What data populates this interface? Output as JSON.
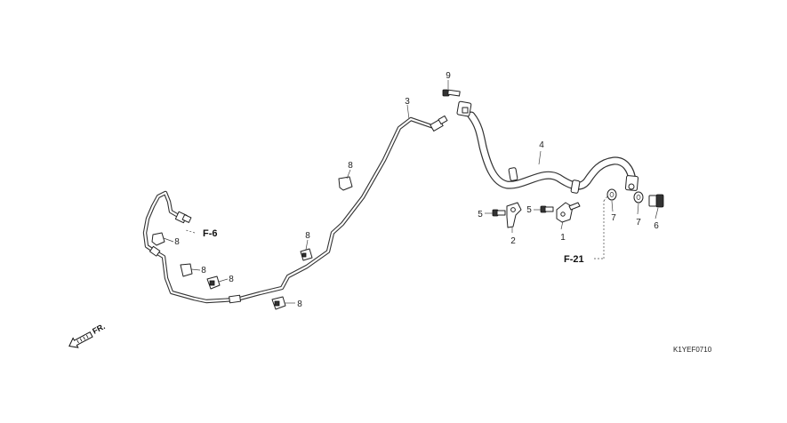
{
  "callouts": {
    "c1": "1",
    "c2": "2",
    "c3": "3",
    "c4": "4",
    "c5a": "5",
    "c5b": "5",
    "c6": "6",
    "c7a": "7",
    "c7b": "7",
    "c8a": "8",
    "c8b": "8",
    "c8c": "8",
    "c8d": "8",
    "c8e": "8",
    "c8f": "8",
    "c9": "9"
  },
  "refs": {
    "f6": "F-6",
    "f21": "F-21"
  },
  "direction_label": "FR.",
  "diagram_code": "K1YEF0710"
}
